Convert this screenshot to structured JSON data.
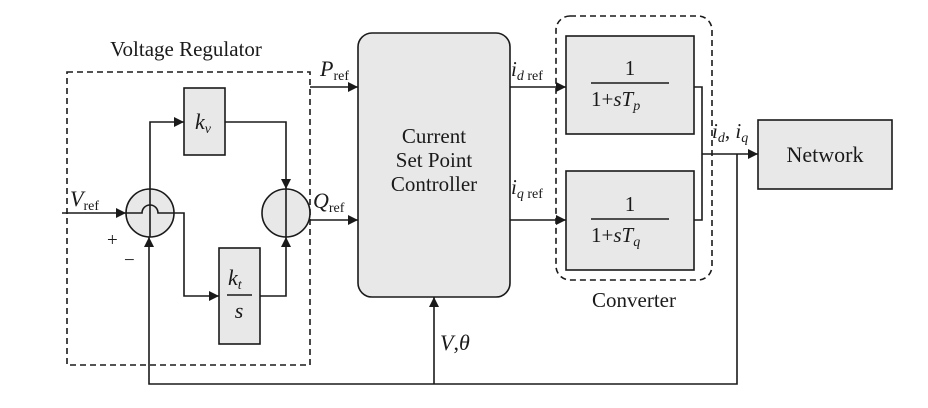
{
  "voltage_regulator": {
    "title": "Voltage Regulator"
  },
  "inputs": {
    "v_ref": {
      "main": "V",
      "sub": "ref"
    },
    "p_ref": {
      "main": "P",
      "sub": "ref"
    },
    "q_ref": {
      "main": "Q",
      "sub": "ref"
    },
    "plus_sign": "+",
    "minus_sign": "−"
  },
  "blocks": {
    "kv": {
      "main": "k",
      "sub": "v"
    },
    "kt": {
      "num_main": "k",
      "num_sub": "t",
      "den": "s"
    },
    "controller": {
      "line1": "Current",
      "line2": "Set Point",
      "line3": "Controller"
    },
    "tp": {
      "num": "1",
      "den_prefix": "1+",
      "den_s": "s",
      "den_T": "T",
      "den_sub": "p"
    },
    "tq": {
      "num": "1",
      "den_prefix": "1+",
      "den_s": "s",
      "den_T": "T",
      "den_sub": "q"
    },
    "network": {
      "label": "Network"
    }
  },
  "signals": {
    "id_ref": {
      "main": "i",
      "sub": "d",
      "sub2": " ref"
    },
    "iq_ref": {
      "main": "i",
      "sub": "q",
      "sub2": " ref"
    },
    "id_iq": {
      "a": "i",
      "a_sub": "d",
      "sep": ", ",
      "b": "i",
      "b_sub": "q"
    },
    "v_theta": {
      "v": "V",
      "sep": ",",
      "theta": "θ"
    }
  },
  "converter": {
    "title": "Converter"
  }
}
